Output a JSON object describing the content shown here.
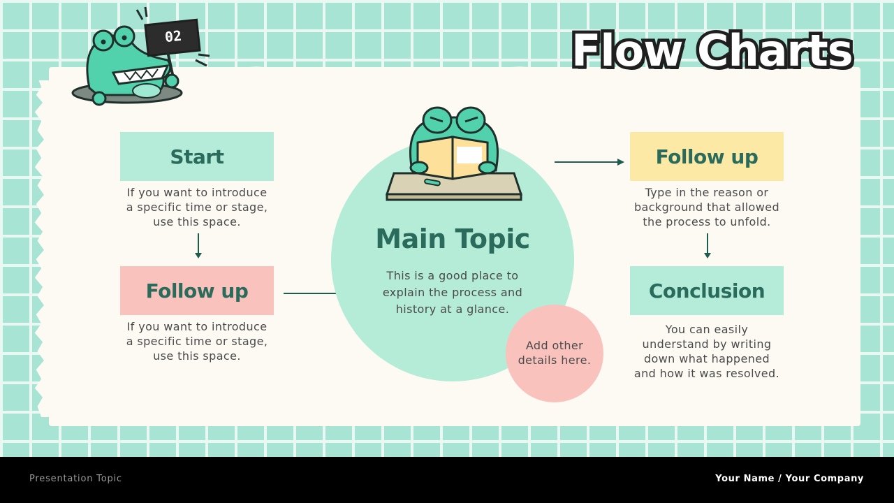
{
  "slide": {
    "title": "Flow Charts",
    "badge_number": "02"
  },
  "flow": {
    "start": {
      "label": "Start",
      "text": [
        "If you want to introduce",
        "a specific time or stage,",
        "use this space."
      ]
    },
    "follow_up_left": {
      "label": "Follow up",
      "text": [
        "If you want to introduce",
        "a specific time or stage,",
        "use this space."
      ]
    },
    "main": {
      "label": "Main Topic",
      "text": [
        "This is a good place to",
        "explain the process and",
        "history at a glance."
      ]
    },
    "extra": {
      "text": [
        "Add other",
        "details here."
      ]
    },
    "follow_up_right": {
      "label": "Follow up",
      "text": [
        "Type in the reason or",
        "background that allowed",
        "the process to unfold."
      ]
    },
    "conclusion": {
      "label": "Conclusion",
      "text": [
        "You can easily",
        "understand by writing",
        "down what happened",
        "and how it was resolved."
      ]
    }
  },
  "footer": {
    "left": "Presentation Topic",
    "right": "Your Name / Your Company"
  },
  "colors": {
    "mint_box": "#b5ecd9",
    "pink_box": "#f9c2bd",
    "yellow_box": "#fde9a6",
    "heading": "#2a6b5b",
    "arrow": "#1e5c4d"
  }
}
